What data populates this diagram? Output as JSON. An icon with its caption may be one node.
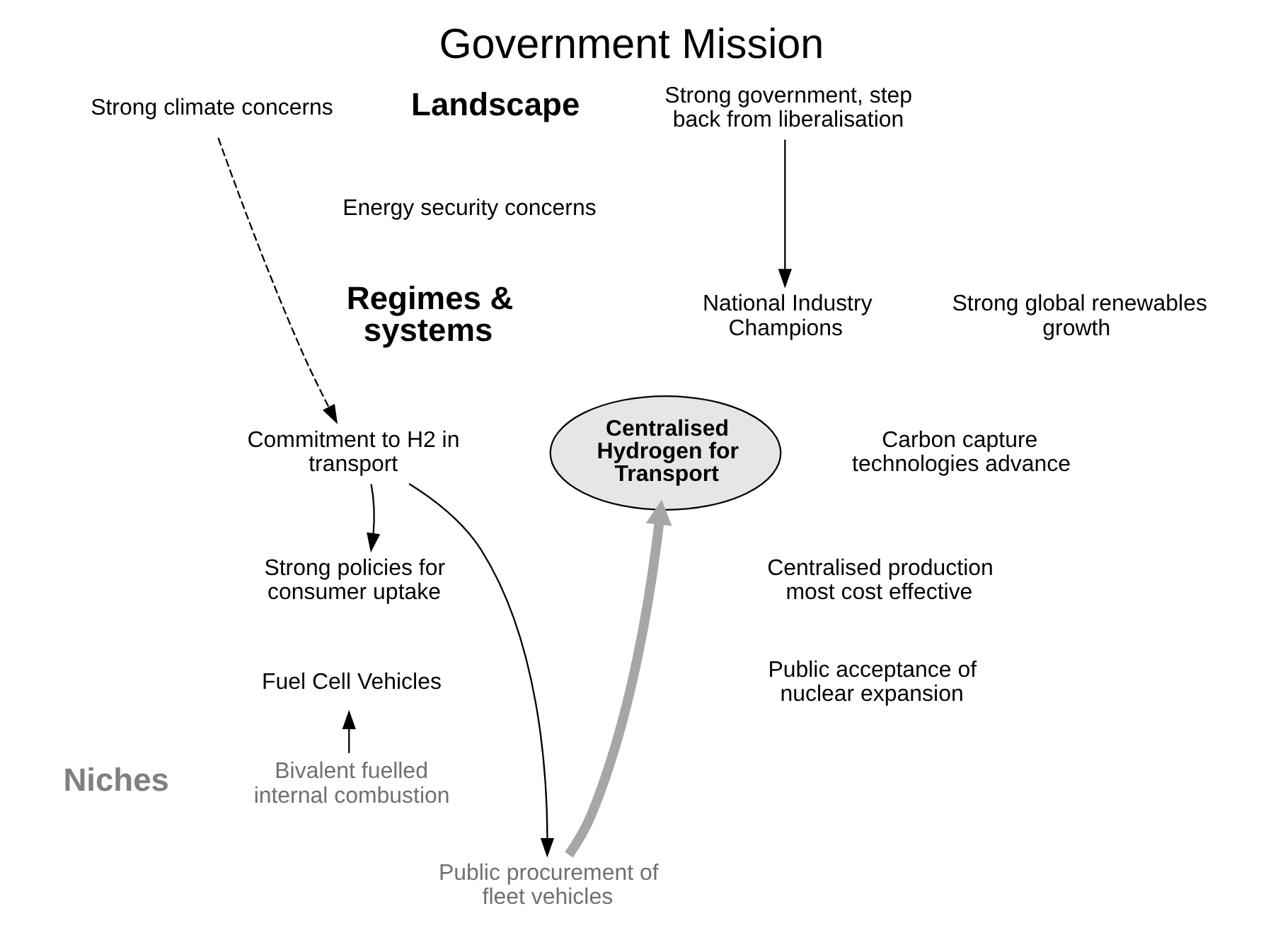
{
  "diagram": {
    "title": "Government Mission",
    "nodes": [
      {
        "text": [
          "Strong climate concerns"
        ]
      },
      {
        "text": [
          "Strong government, step back from liberalisation"
        ]
      },
      {
        "text": [
          "National Industry Champions"
        ]
      },
      {
        "text": [
          "Commitment to H2 in transport"
        ]
      },
      {
        "text": [
          "Strong policies for consumer uptake"
        ]
      },
      {
        "text": [
          "Centralised Hydrogen for Transport"
        ]
      },
      {
        "text": [
          "Fuel Cell Vehicles"
        ]
      },
      {
        "text": [
          "Bivalent fuelled internal combustion"
        ]
      },
      {
        "text": [
          "Public procurement of fleet vehicles"
        ]
      }
    ],
    "edges": [
      {
        "from": 0,
        "to": 3,
        "arrow": "to",
        "style": "dashed"
      },
      {
        "from": 1,
        "to": 2,
        "arrow": "to"
      },
      {
        "from": 3,
        "to": 4,
        "arrow": "to"
      },
      {
        "from": 3,
        "to": 8,
        "arrow": "to"
      },
      {
        "from": 7,
        "to": 6,
        "arrow": "to"
      },
      {
        "from": 8,
        "to": 5,
        "arrow": "to",
        "style": "thick",
        "color": "#a6a6a6"
      }
    ],
    "labels": [
      "Landscape",
      "Energy security concerns",
      "Regimes & systems",
      "Strong global renewables growth",
      "Carbon capture technologies advance",
      "Centralised production most cost effective",
      "Public acceptance of nuclear expansion",
      "Niches"
    ]
  }
}
